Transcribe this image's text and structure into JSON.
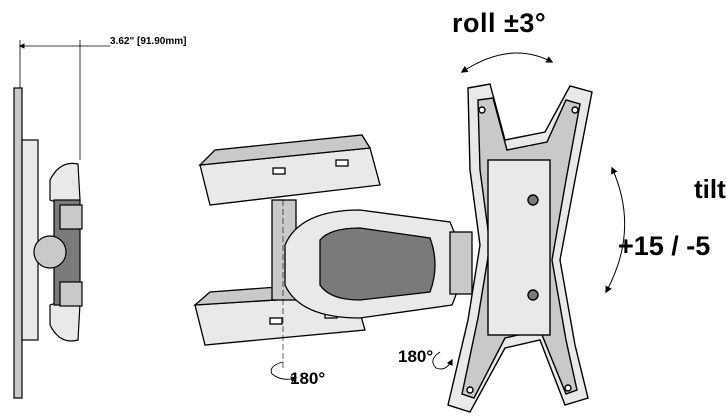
{
  "labels": {
    "depth_dimension": "3.62\" [91.90mm]",
    "roll": "roll  ±3°",
    "tilt": "tilt",
    "tilt_range": "+15 / -5",
    "swivel_arm": "180°",
    "swivel_plate": "180°"
  },
  "colors": {
    "line": "#000000",
    "fill_light": "#e9e9e9",
    "fill_mid": "#c9c9c9",
    "fill_dark": "#7a7a7a",
    "background": "#ffffff"
  }
}
